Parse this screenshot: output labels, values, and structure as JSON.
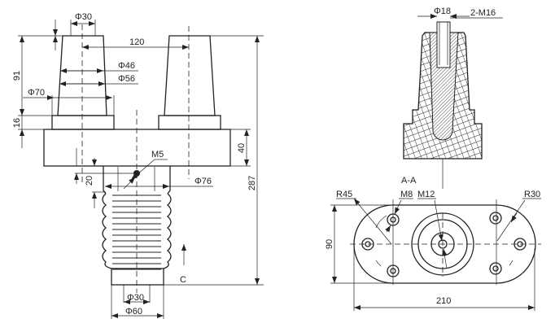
{
  "front_view": {
    "dims": {
      "top_dia": "Φ30",
      "spacing": "120",
      "dia_46": "Φ46",
      "dia_56": "Φ56",
      "dia_70": "Φ70",
      "height_91": "91",
      "height_16": "16",
      "flange_40": "40",
      "total_287": "287",
      "thread_m5": "M5",
      "height_20": "20",
      "dia_76": "Φ76",
      "bottom_dia_30": "Φ30",
      "bottom_dia_60": "Φ60",
      "view_c": "C"
    }
  },
  "section_view": {
    "dims": {
      "bore_dia": "Φ18",
      "thread": "2-M16"
    },
    "label": "A-A"
  },
  "plan_view": {
    "dims": {
      "r45": "R45",
      "m8": "M8",
      "m12": "M12",
      "r30": "R30",
      "height_90": "90",
      "length_210": "210"
    }
  }
}
